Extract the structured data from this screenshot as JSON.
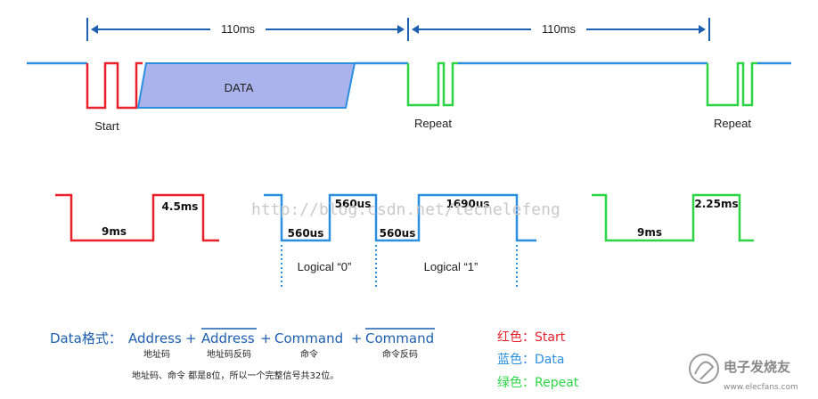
{
  "timing": {
    "period1": "110ms",
    "period2": "110ms",
    "data_block": "DATA",
    "start": "Start",
    "repeat1": "Repeat",
    "repeat2": "Repeat"
  },
  "start_pulse": {
    "low": "9ms",
    "high": "4.5ms"
  },
  "bits": {
    "b0_low": "560us",
    "b0_high": "560us",
    "b1_low": "560us",
    "b1_high": "1690us",
    "logical0": "Logical “0”",
    "logical1": "Logical “1”"
  },
  "repeat_pulse": {
    "low": "9ms",
    "high": "2.25ms"
  },
  "watermark": "http://blog.csdn.net/techelefeng",
  "format": {
    "label": "Data格式：",
    "address": "Address",
    "plus1": "+",
    "address_inv": "Address",
    "plus2": "+",
    "command": "Command",
    "plus3": "+",
    "command_inv": "Command",
    "sub_address": "地址码",
    "sub_address_inv": "地址码反码",
    "sub_command": "命令",
    "sub_command_inv": "命令反码",
    "note": "地址码、命令 都是8位，所以一个完整信号共32位。"
  },
  "legend": {
    "red": "红色：Start",
    "blue": "蓝色：Data",
    "green": "绿色：Repeat"
  },
  "logo": {
    "name": "电子发烧友",
    "url": "www.elecfans.com"
  },
  "colors": {
    "red": "#e8202a",
    "blue": "#2a8fe0",
    "green": "#2bd646",
    "navy": "#1d5fb0",
    "data_fill": "#aab3ec"
  }
}
